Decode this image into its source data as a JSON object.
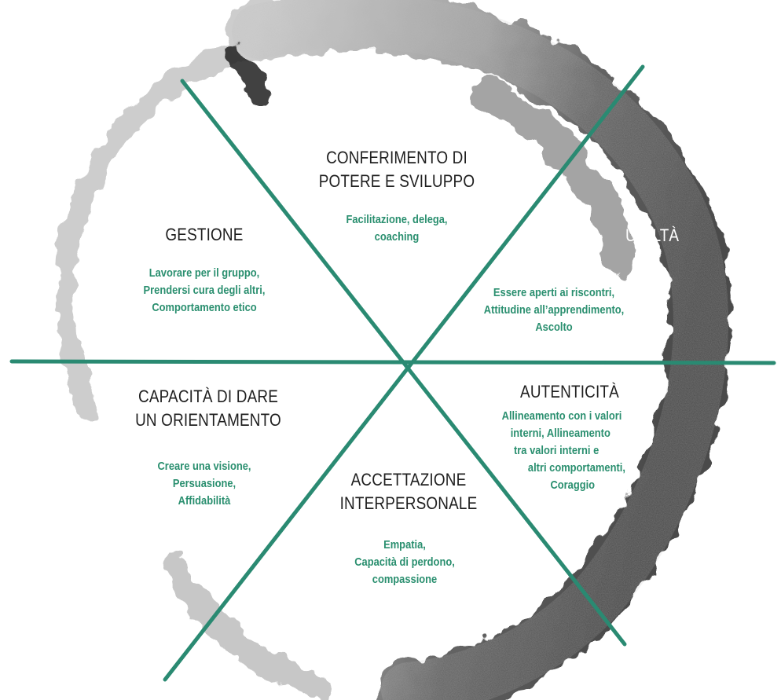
{
  "colors": {
    "divider": "#2a8a72",
    "ring_dark": "#3c3c3c",
    "ring_light": "#b9b9b9",
    "title_text": "#1f1f1f",
    "desc_text": "#2a8f6f"
  },
  "sectors": {
    "conferimento": {
      "title": [
        "CONFERIMENTO DI",
        "POTERE E SVILUPPO"
      ],
      "desc": [
        "Facilitazione, delega,",
        "coaching"
      ]
    },
    "gestione": {
      "title": [
        "GESTIONE"
      ],
      "desc": [
        "Lavorare per il gruppo,",
        "Prendersi cura degli altri,",
        "Comportamento etico"
      ]
    },
    "umilta": {
      "title": [
        "UMILTÀ"
      ],
      "desc": [
        "Essere aperti ai riscontri,",
        "Attitudine all’apprendimento,",
        "Ascolto"
      ]
    },
    "capacita": {
      "title": [
        "CAPACITÀ DI DARE",
        "UN ORIENTAMENTO"
      ],
      "desc": [
        "Creare una visione,",
        "Persuasione,",
        "Affidabilità"
      ]
    },
    "accettazione": {
      "title": [
        "ACCETTAZIONE",
        "INTERPERSONALE"
      ],
      "desc": [
        "Empatia,",
        "Capacità di perdono,",
        "compassione"
      ]
    },
    "autenticita": {
      "title": [
        "AUTENTICITÀ"
      ],
      "desc": [
        "Allineamento con i valori",
        "interni, Allineamento",
        "tra valori interni e",
        "altri comportamenti,",
        "Coraggio"
      ]
    }
  }
}
